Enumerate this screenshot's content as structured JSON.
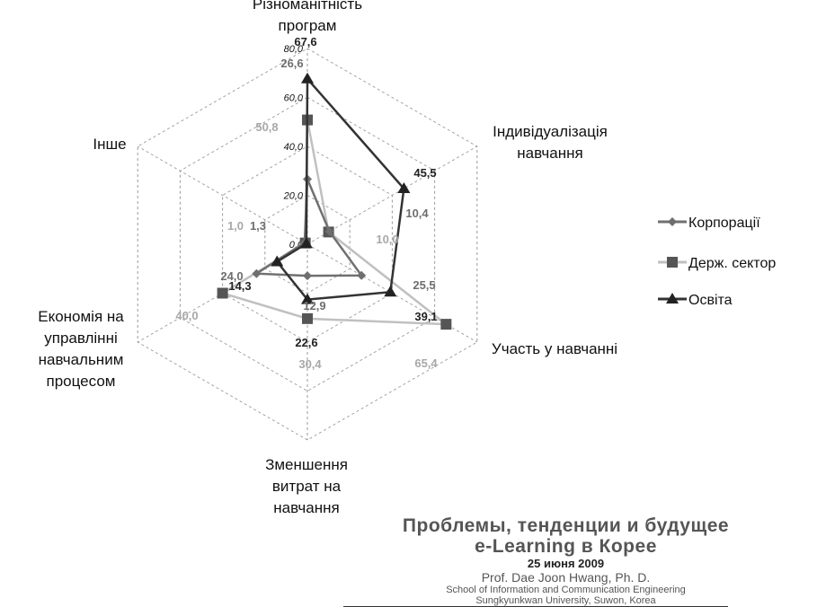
{
  "chart_data": {
    "type": "radar",
    "axes": [
      "Різноманітність програм",
      "Індивідуалізація навчання",
      "Участь у навчанні",
      "Зменшення витрат на навчання",
      "Економія на управлінні навчальним процесом",
      "Інше"
    ],
    "ticks": [
      "0,0",
      "20,0",
      "40,0",
      "60,0",
      "80,0"
    ],
    "range": [
      0,
      80
    ],
    "series": [
      {
        "name": "Корпорації",
        "values": [
          26.6,
          10.4,
          25.5,
          12.9,
          24.0,
          1.3
        ],
        "labels": [
          "26,6",
          "10,4",
          "25,5",
          "12,9",
          "24,0",
          "1,3"
        ],
        "color": "#707070",
        "marker": "diamond"
      },
      {
        "name": "Держ. сектор",
        "values": [
          50.8,
          10.0,
          65.4,
          30.4,
          40.0,
          1.0
        ],
        "labels": [
          "50,8",
          "10,0",
          "65,4",
          "30,4",
          "40,0",
          "1,0"
        ],
        "color": "#c0c0c0",
        "marker": "square"
      },
      {
        "name": "Освіта",
        "values": [
          67.6,
          45.5,
          39.1,
          22.6,
          14.3,
          0.5
        ],
        "labels": [
          "67,6",
          "45,5",
          "39,1",
          "22,6",
          "14,3",
          ""
        ],
        "color": "#333333",
        "marker": "triangle"
      }
    ],
    "legend_position": "right",
    "grid": true
  },
  "footer": {
    "title_line1": "Проблемы, тенденции и будущее",
    "title_line2": "e-Learning в Корее",
    "date": "25 июня 2009",
    "author": "Prof. Dae Joon Hwang, Ph. D.",
    "school": "School of Information and Communication Engineering",
    "university": "Sungkyunkwan University, Suwon, Korea"
  }
}
